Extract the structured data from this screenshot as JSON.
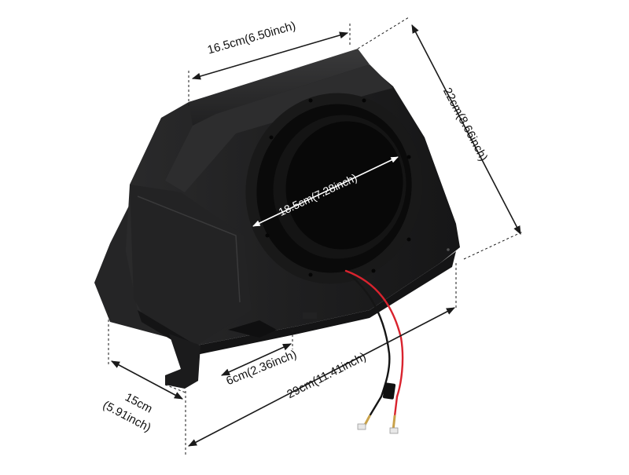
{
  "image": {
    "subject": "speaker-enclosure-pod",
    "background_color": "#ffffff",
    "product_color": "#1e1e1f",
    "wire_colors": [
      "#d9232e",
      "#151515"
    ]
  },
  "dimensions": {
    "top_width": "16.5cm(6.50inch)",
    "height": "22cm(8.66inch)",
    "speaker_opening": "18.5cm(7.28inch)",
    "foot_width": "6cm(2.36inch)",
    "base_length": "29cm(11.41inch)",
    "depth_cm": "15cm",
    "depth_inch": "(5.91inch)"
  }
}
